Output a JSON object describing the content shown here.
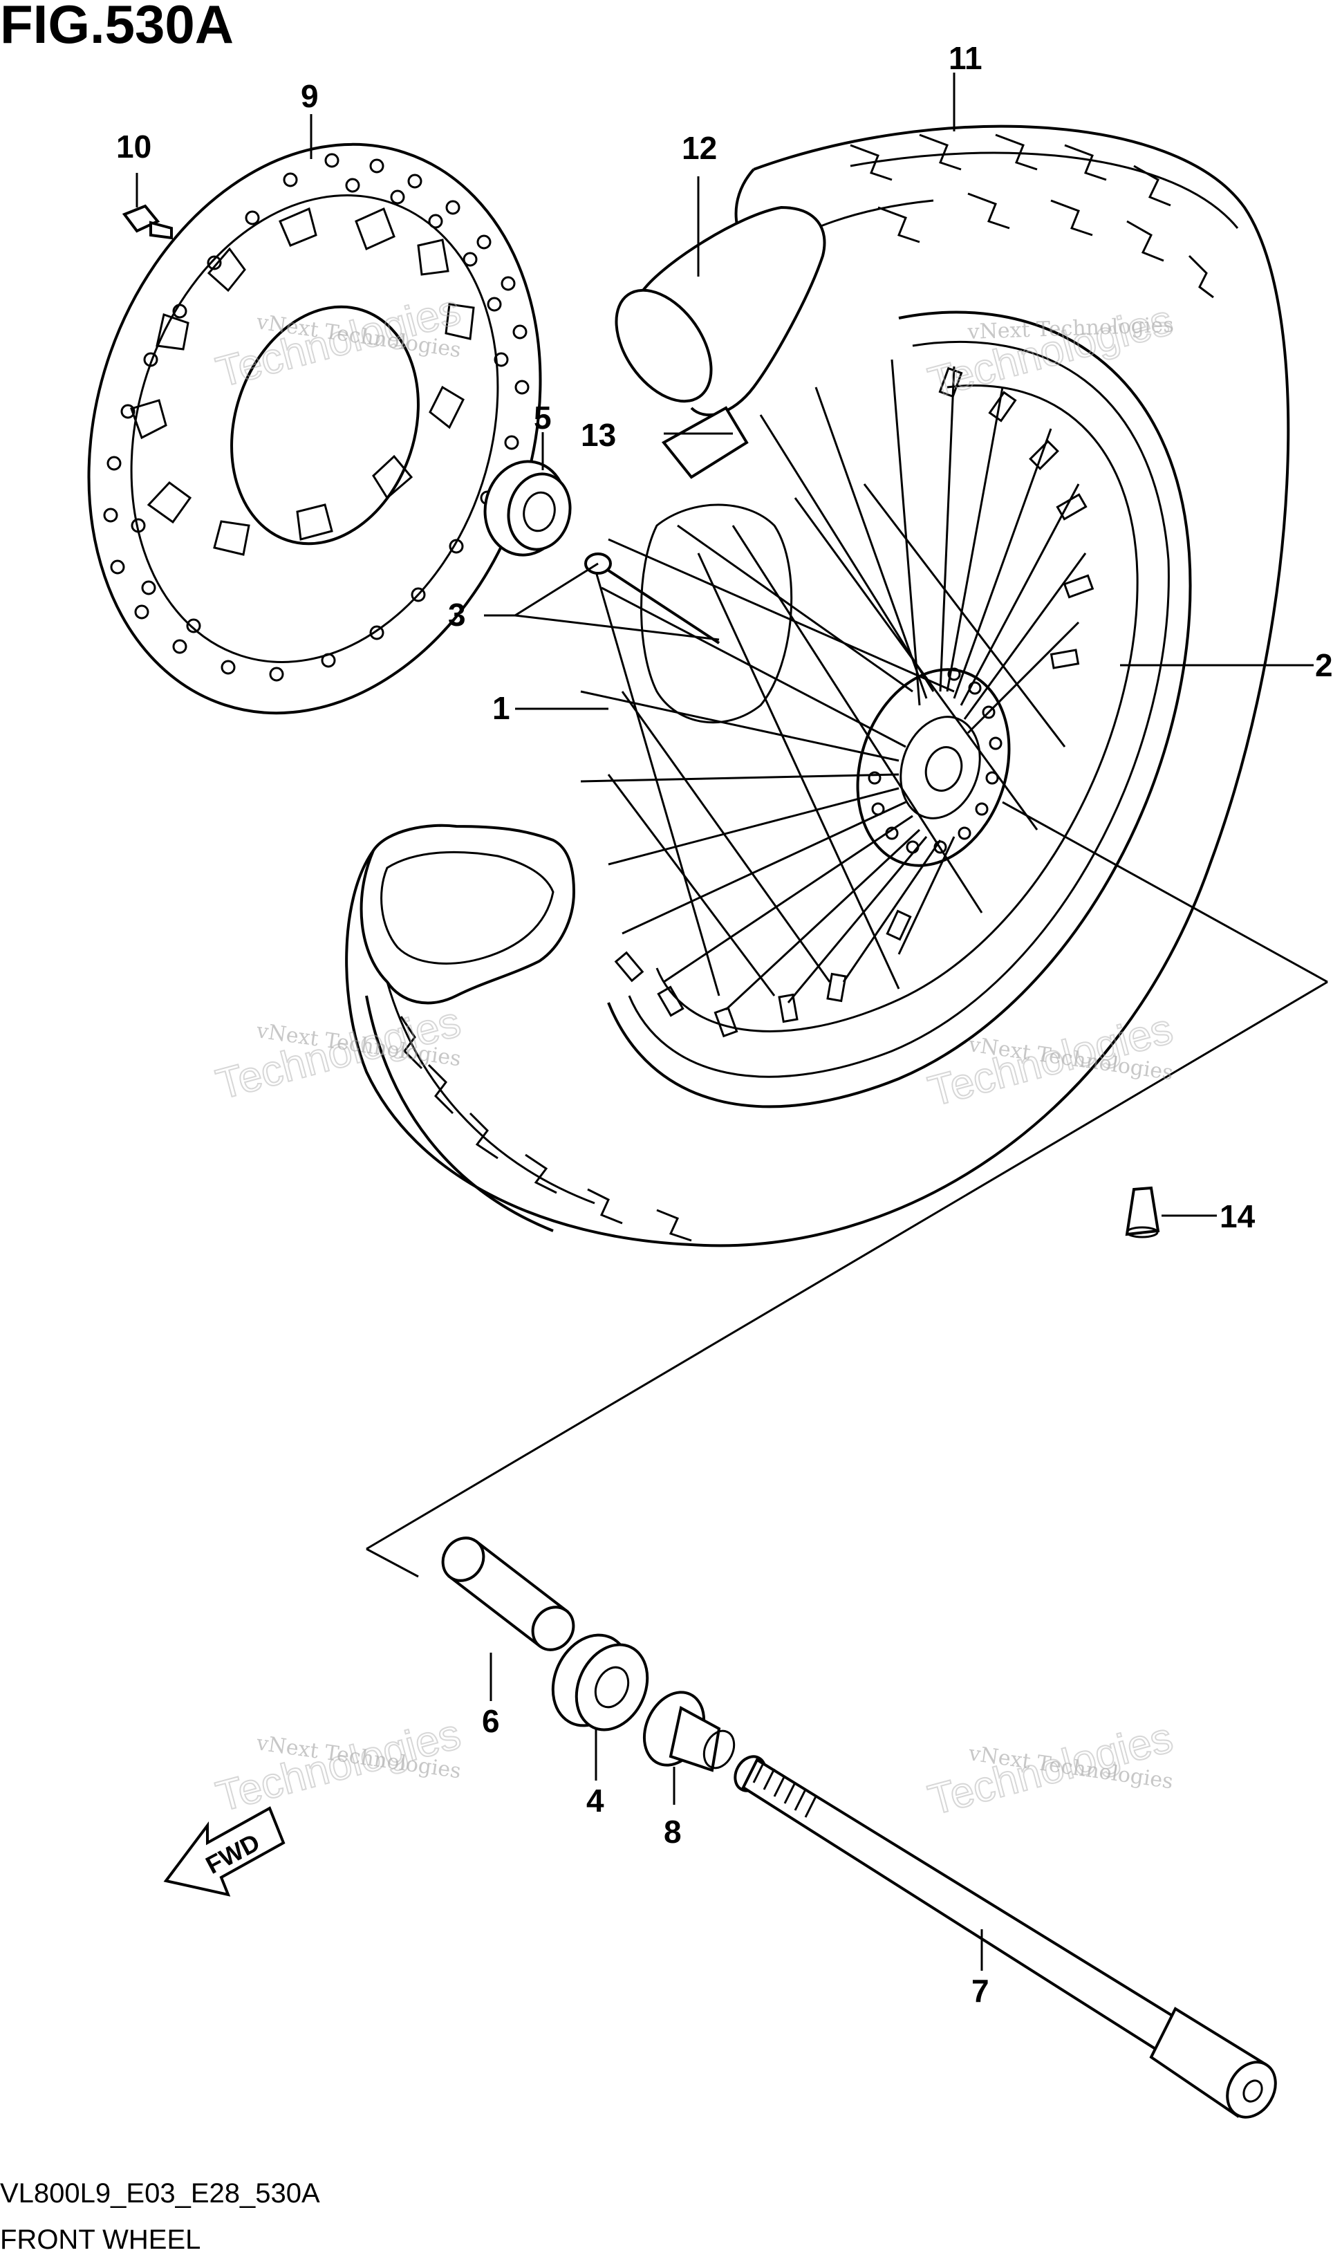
{
  "figure": {
    "title": "FIG.530A",
    "code": "VL800L9_E03_E28_530A",
    "name": "FRONT WHEEL"
  },
  "direction_arrow": "FWD",
  "watermark": {
    "small": "vNext Technologies",
    "big": "Technologies",
    "big_prefix": "vNext"
  },
  "callouts": [
    "1",
    "2",
    "3",
    "4",
    "5",
    "6",
    "7",
    "8",
    "9",
    "10",
    "11",
    "12",
    "13",
    "14"
  ]
}
